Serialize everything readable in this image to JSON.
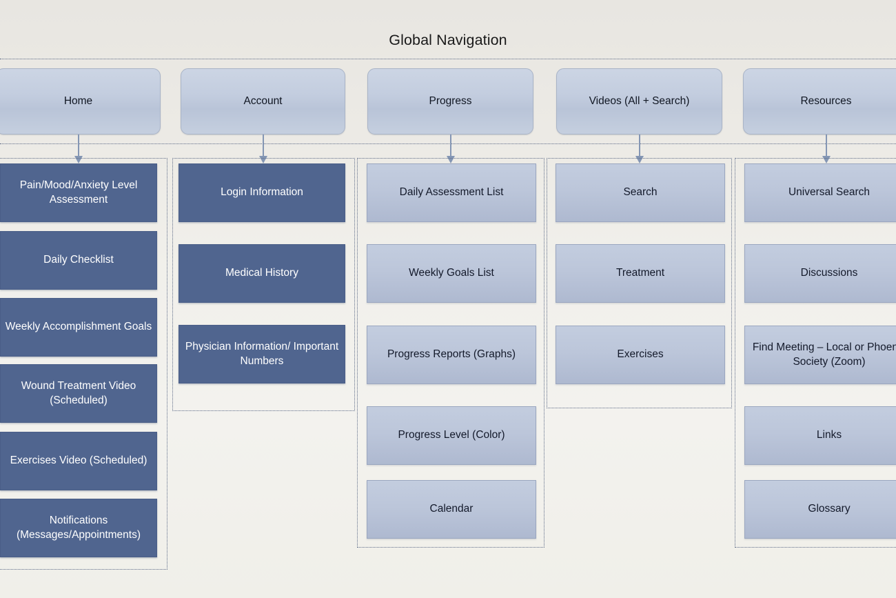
{
  "diagram": {
    "title": "Global Navigation",
    "colors": {
      "dark_node": "#50658f",
      "light_node": "#bcc6da",
      "connector": "#8496b4",
      "container_border": "#5c6a86",
      "background_top": "#e8e6e1",
      "background_bottom": "#f2f1ec"
    },
    "columns": [
      {
        "nav_label": "Home",
        "style": "dark",
        "children": [
          "Pain/Mood/Anxiety Level Assessment",
          "Daily Checklist",
          "Weekly Accomplishment Goals",
          "Wound Treatment Video (Scheduled)",
          "Exercises Video (Scheduled)",
          "Notifications (Messages/Appointments)"
        ]
      },
      {
        "nav_label": "Account",
        "style": "dark",
        "children": [
          "Login Information",
          "Medical History",
          "Physician Information/ Important Numbers"
        ]
      },
      {
        "nav_label": "Progress",
        "style": "light",
        "children": [
          "Daily Assessment List",
          "Weekly Goals List",
          "Progress Reports (Graphs)",
          "Progress Level (Color)",
          "Calendar"
        ]
      },
      {
        "nav_label": "Videos (All + Search)",
        "style": "light",
        "children": [
          "Search",
          "Treatment",
          "Exercises"
        ]
      },
      {
        "nav_label": "Resources",
        "style": "light",
        "children": [
          "Universal Search",
          "Discussions",
          "Find Meeting – Local or Phoenix Society (Zoom)",
          "Links",
          "Glossary"
        ]
      }
    ]
  }
}
